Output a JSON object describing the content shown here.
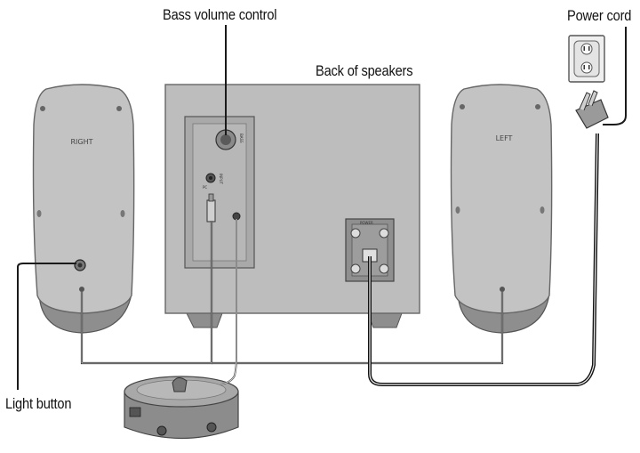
{
  "labels": {
    "bass_volume_control": "Bass volume control",
    "back_of_speakers": "Back of speakers",
    "power_cord": "Power cord",
    "light_button": "Light button"
  },
  "speaker_text": {
    "right": "RIGHT",
    "left": "LEFT"
  },
  "colors": {
    "speaker_fill": "#c3c3c3",
    "speaker_base": "#8e8e8e",
    "subwoofer_fill": "#bdbdbd",
    "panel_fill": "#a9a9a9",
    "cable": "#1a1a1a",
    "outline": "#555555"
  },
  "icons": {
    "outlet": "wall-outlet-icon",
    "plug": "power-plug-icon",
    "knob": "bass-knob-icon"
  }
}
